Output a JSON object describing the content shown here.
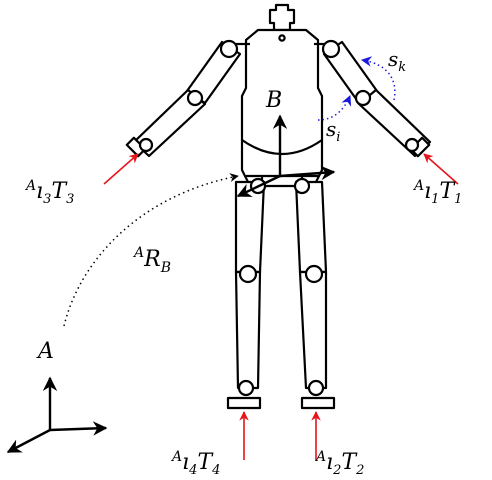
{
  "labels": {
    "body_frame": "B",
    "world_frame": "A",
    "rotation": {
      "sup": "A",
      "main": "R",
      "sub": "B"
    },
    "s_i": {
      "main": "s",
      "sub": "i"
    },
    "s_k": {
      "main": "s",
      "sub": "k"
    },
    "t3": {
      "sup": "A",
      "iota": "ı",
      "isub": "3",
      "T": "T",
      "Tsub": "3"
    },
    "t1": {
      "sup": "A",
      "iota": "ı",
      "isub": "1",
      "T": "T",
      "Tsub": "1"
    },
    "t4": {
      "sup": "A",
      "iota": "ı",
      "isub": "4",
      "T": "T",
      "Tsub": "4"
    },
    "t2": {
      "sup": "A",
      "iota": "ı",
      "isub": "2",
      "T": "T",
      "Tsub": "2"
    }
  },
  "colors": {
    "force_arrow": "#e8141b",
    "sensor_arrow": "#1a1adb",
    "frame": "#000000",
    "robot_outline": "#000000"
  }
}
